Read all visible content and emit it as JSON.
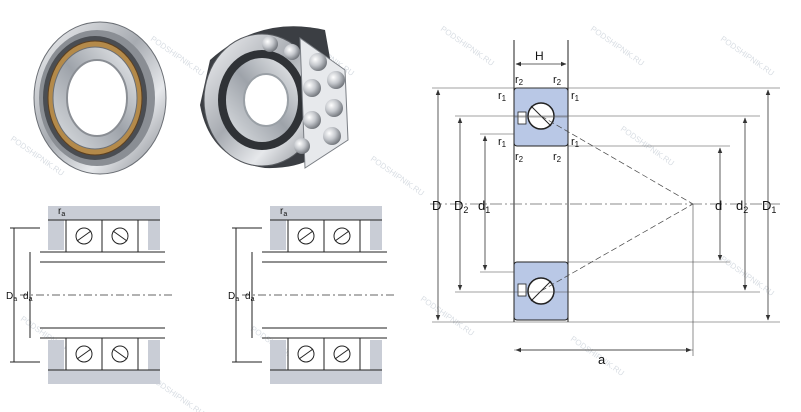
{
  "watermark": "PODSHIPNIK.RU",
  "colors": {
    "section_fill": "#b9c8e6",
    "housing_fill": "#c9cdd6",
    "line": "#222222",
    "dim_line": "#333333",
    "watermark": "#d9dee4"
  },
  "photos": {
    "front": {
      "name": "bearing-photo-front"
    },
    "cutaway": {
      "name": "bearing-photo-cutaway"
    }
  },
  "mounting": {
    "left": {
      "ra": "r",
      "ra_sub": "a",
      "Da": "D",
      "Da_sub": "a",
      "da": "d",
      "da_sub": "a"
    },
    "right": {
      "ra": "r",
      "ra_sub": "a",
      "Da": "D",
      "Da_sub": "a",
      "da": "d",
      "da_sub": "a"
    }
  },
  "section": {
    "H": "H",
    "D": "D",
    "D2": {
      "main": "D",
      "sub": "2"
    },
    "d1": {
      "main": "d",
      "sub": "1"
    },
    "d": "d",
    "d2": {
      "main": "d",
      "sub": "2"
    },
    "D1": {
      "main": "D",
      "sub": "1"
    },
    "a": "a",
    "r1": {
      "main": "r",
      "sub": "1"
    },
    "r2": {
      "main": "r",
      "sub": "2"
    }
  }
}
